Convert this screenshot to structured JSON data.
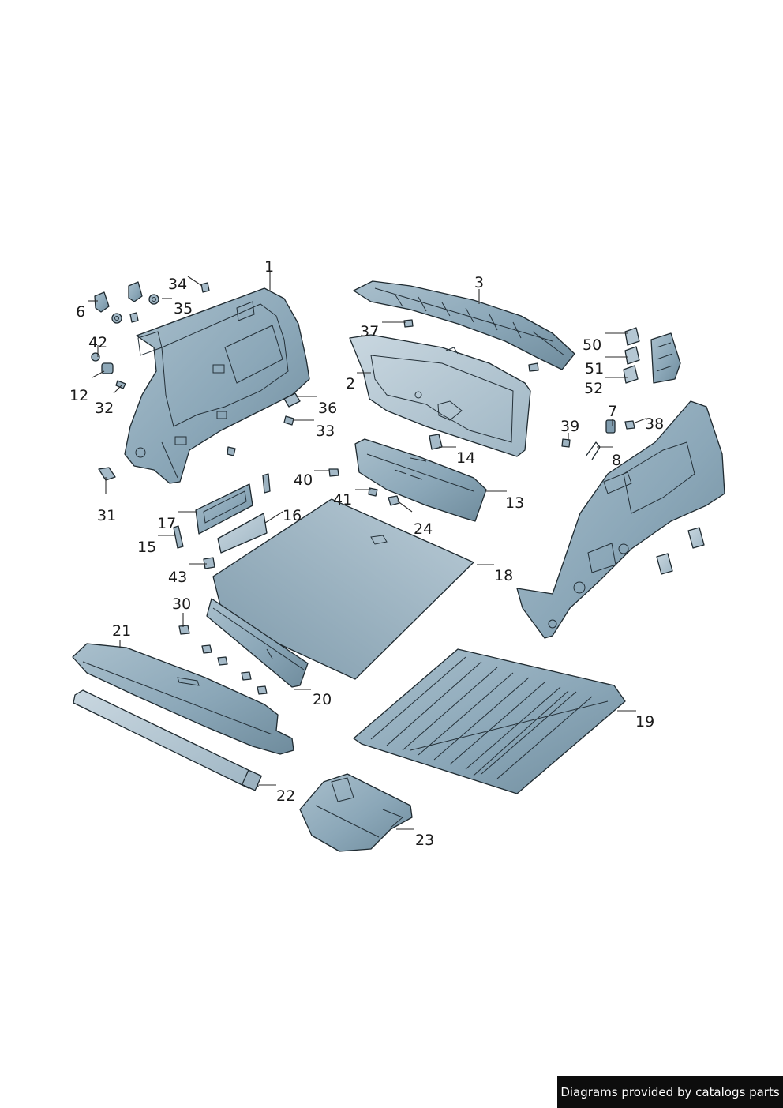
{
  "credit": "Diagrams provided by catalogs parts",
  "colors": {
    "part_fill": "#8eaabb",
    "part_light": "#b8cad5",
    "part_dark": "#6c8797",
    "outline": "#1f2a30"
  },
  "callouts": {
    "c1": "1",
    "c2": "2",
    "c3": "3",
    "c6": "6",
    "c7": "7",
    "c8": "8",
    "c12": "12",
    "c13": "13",
    "c14": "14",
    "c15": "15",
    "c16": "16",
    "c17": "17",
    "c18": "18",
    "c19": "19",
    "c20": "20",
    "c21": "21",
    "c22": "22",
    "c23": "23",
    "c24": "24",
    "c30": "30",
    "c31": "31",
    "c32": "32",
    "c33": "33",
    "c34": "34",
    "c35": "35",
    "c36": "36",
    "c37": "37",
    "c38": "38",
    "c39": "39",
    "c40": "40",
    "c41": "41",
    "c42": "42",
    "c43": "43",
    "c50": "50",
    "c51": "51",
    "c52": "52"
  }
}
